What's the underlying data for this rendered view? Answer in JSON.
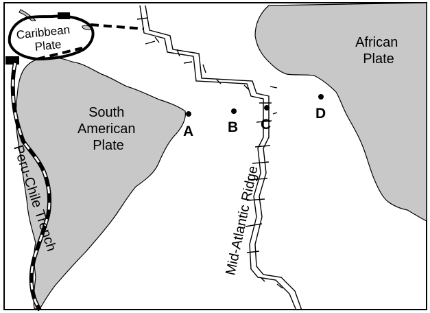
{
  "map": {
    "plates": {
      "caribbean": [
        "Caribbean",
        "Plate"
      ],
      "south_american": [
        "South",
        "American",
        "Plate"
      ],
      "african": [
        "African",
        "Plate"
      ]
    },
    "features": {
      "ridge": "Mid-Atlantic Ridge",
      "trench": "Peru-Chile Trench"
    },
    "points": [
      "A",
      "B",
      "C",
      "D"
    ],
    "colors": {
      "land": "#c8c8c8",
      "ocean": "#ffffff",
      "ink": "#000000"
    }
  }
}
